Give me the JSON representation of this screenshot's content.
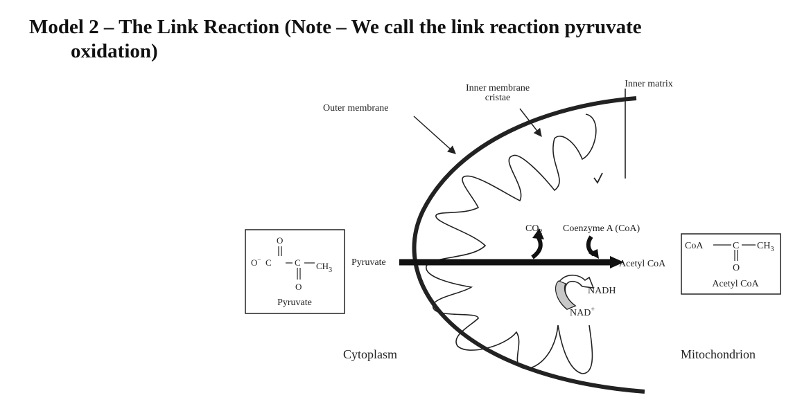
{
  "title": {
    "line1": "Model 2 – The Link Reaction (Note – We call the link reaction pyruvate",
    "line2": "oxidation)"
  },
  "labels": {
    "outer_membrane": "Outer membrane",
    "inner_membrane_line1": "Inner membrane",
    "inner_membrane_line2": "cristae",
    "inner_matrix": "Inner matrix",
    "pyruvate": "Pyruvate",
    "acetyl_coa": "Acetyl CoA",
    "co2_base": "CO",
    "co2_sub": "2",
    "coenzyme_a": "Coenzyme A (CoA)",
    "nadh": "NADH",
    "nad_base": "NAD",
    "nad_sup": "+",
    "cytoplasm": "Cytoplasm",
    "mitochondrion": "Mitochondrion"
  },
  "pyruvate_box": {
    "o_top": "O",
    "o_bottom": "O",
    "o_minus": "O",
    "minus": "−",
    "c1": "C",
    "c2": "C",
    "ch3_base": "CH",
    "ch3_sub": "3",
    "caption": "Pyruvate"
  },
  "acetyl_box": {
    "coa": "CoA",
    "c": "C",
    "ch3_base": "CH",
    "ch3_sub": "3",
    "o": "O",
    "caption": "Acetyl CoA"
  }
}
